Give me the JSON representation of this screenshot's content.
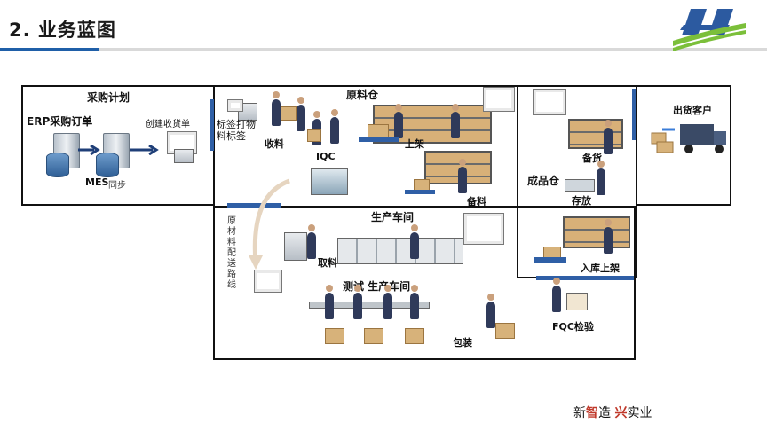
{
  "title": "2. 业务蓝图",
  "colors": {
    "accent_blue": "#1f5fa8",
    "logo_blue": "#2c5aa0",
    "logo_green": "#7bbf3a",
    "footer_red": "#c0392b"
  },
  "sections": {
    "procurement": {
      "heading": "采购计划",
      "erp": "ERP采购订单",
      "mes": "MES",
      "sync": "同步",
      "create_receipt": "创建收货单"
    },
    "raw_warehouse": {
      "heading": "原料仓",
      "label_print": "标签打物料标签",
      "receive": "收料",
      "iqc": "IQC",
      "shelve": "上架",
      "prepare": "备料"
    },
    "finished_warehouse": {
      "heading": "成品仓",
      "prepare_goods": "备货",
      "store": "存放",
      "inbound": "入库上架"
    },
    "shipping": {
      "customer": "出货客户"
    },
    "production": {
      "heading": "生产车间",
      "route": "原材料配送路线",
      "pick": "取料",
      "test_heading": "测试 生产车间",
      "pack": "包装",
      "fqc": "FQC检验"
    }
  },
  "footer": {
    "part1": "新",
    "part2": "智",
    "part3": "造",
    "part4": "兴",
    "part5": "实业"
  }
}
